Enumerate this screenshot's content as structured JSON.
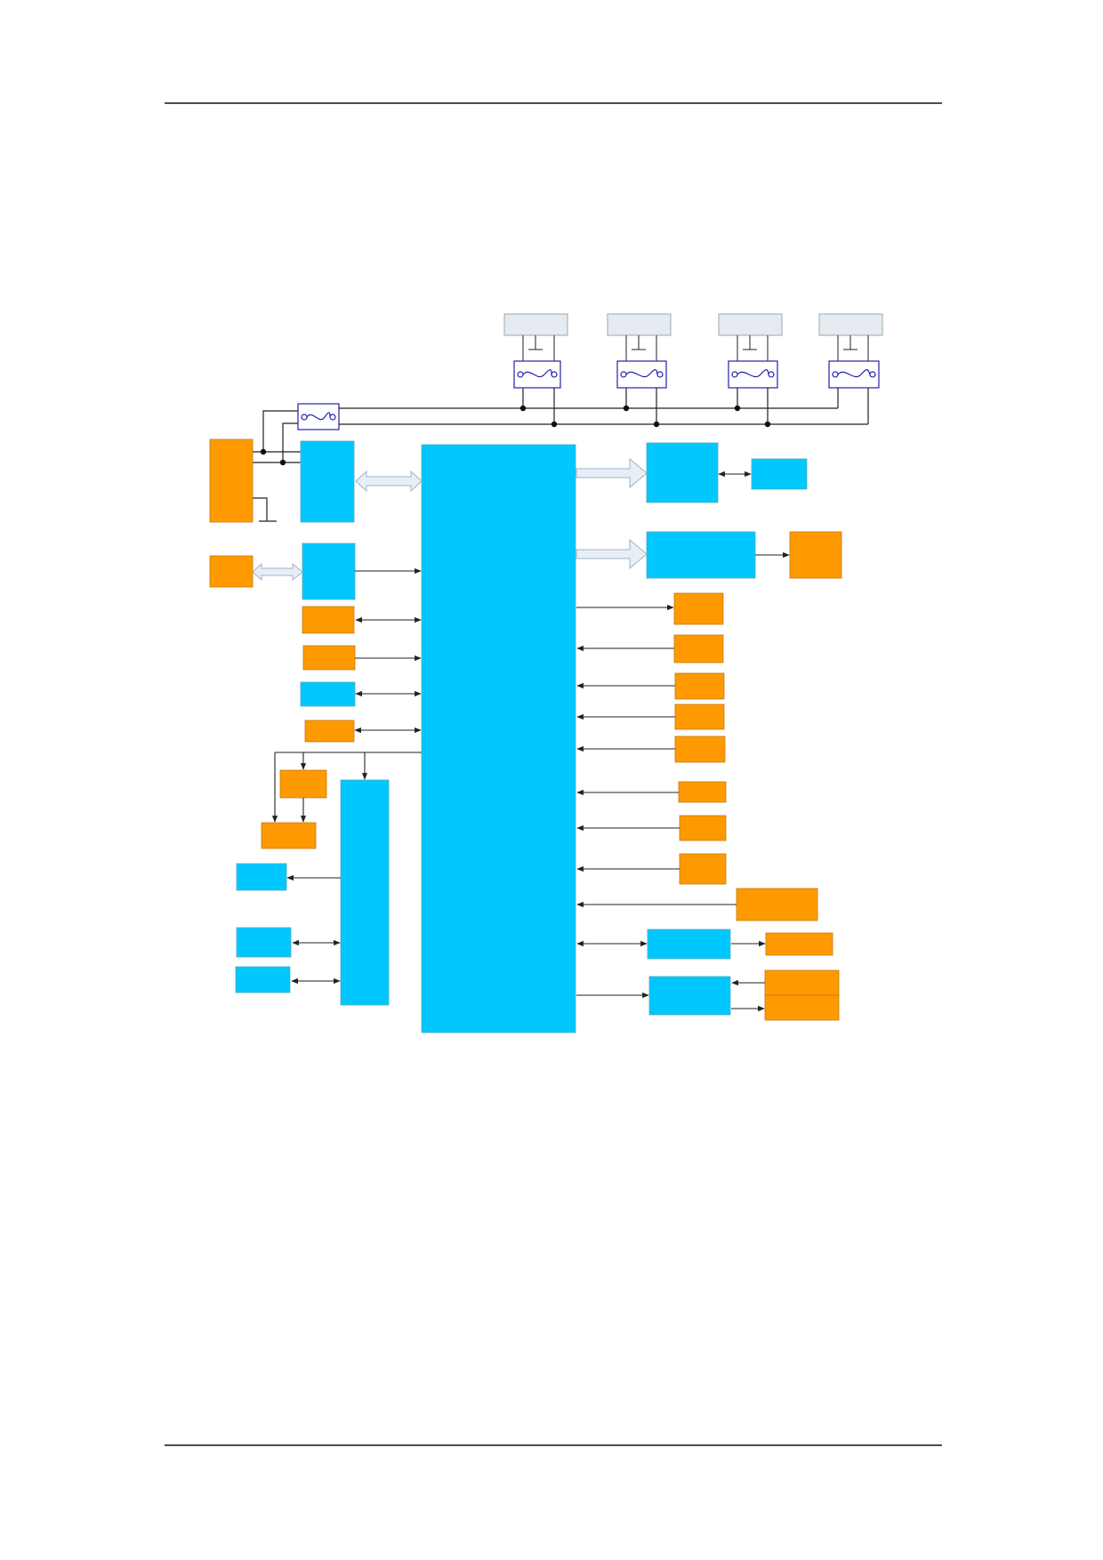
{
  "page": {
    "rules": [
      "header-rule",
      "footer-rule"
    ]
  },
  "diagram": {
    "colors": {
      "block_blue": "#00c8ff",
      "block_orange": "#ff9900",
      "panel_grey": "#e6ebf2",
      "fuse_blue": "#2222aa",
      "wire": "#222222",
      "bus_arrow": "#e8eef6"
    },
    "blocks": [
      {
        "name": "main-processor-block",
        "color": "blue"
      },
      {
        "name": "left-interface-block-1",
        "color": "blue"
      },
      {
        "name": "left-interface-block-2",
        "color": "blue"
      },
      {
        "name": "left-interface-block-3",
        "color": "blue"
      },
      {
        "name": "secondary-controller-block",
        "color": "blue"
      },
      {
        "name": "right-display-block-1",
        "color": "blue"
      },
      {
        "name": "right-display-block-2",
        "color": "blue"
      },
      {
        "name": "right-small-block",
        "color": "blue"
      },
      {
        "name": "right-driver-block-1",
        "color": "blue"
      },
      {
        "name": "right-driver-block-2",
        "color": "blue"
      },
      {
        "name": "lower-left-blue-block-1",
        "color": "blue"
      },
      {
        "name": "lower-left-blue-block-2",
        "color": "blue"
      },
      {
        "name": "lower-left-blue-block-3",
        "color": "blue"
      },
      {
        "name": "power-source-block",
        "color": "orange"
      },
      {
        "name": "peripheral-block",
        "color": "orange"
      }
    ],
    "fuses": [
      "fuse-main",
      "fuse-1",
      "fuse-2",
      "fuse-3",
      "fuse-4"
    ],
    "panels": [
      "panel-1",
      "panel-2",
      "panel-3",
      "panel-4"
    ]
  }
}
